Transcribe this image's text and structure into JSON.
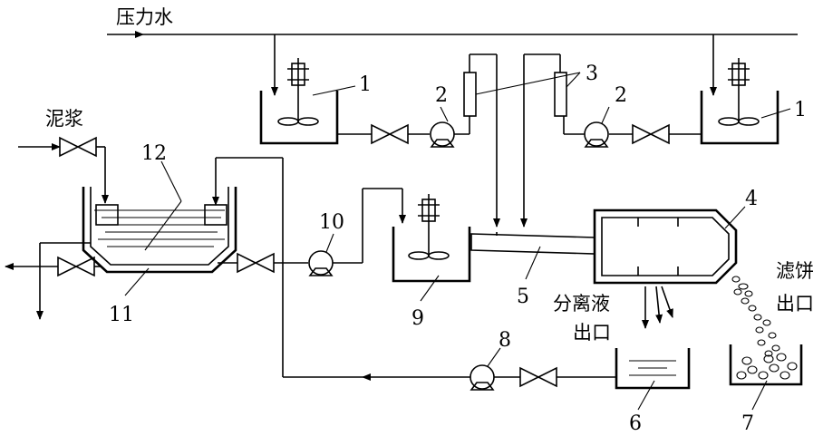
{
  "labels": {
    "pressure_water": "压力水",
    "slurry": "泥浆",
    "separated_liquid_line1": "分离液",
    "separated_liquid_line2": "出口",
    "filter_cake_line1": "滤饼",
    "filter_cake_line2": "出口"
  },
  "numbers": {
    "n1_left": "1",
    "n1_right": "1",
    "n2_left": "2",
    "n2_right": "2",
    "n3": "3",
    "n4": "4",
    "n5": "5",
    "n6": "6",
    "n7": "7",
    "n8": "8",
    "n9": "9",
    "n10": "10",
    "n11": "11",
    "n12": "12"
  }
}
